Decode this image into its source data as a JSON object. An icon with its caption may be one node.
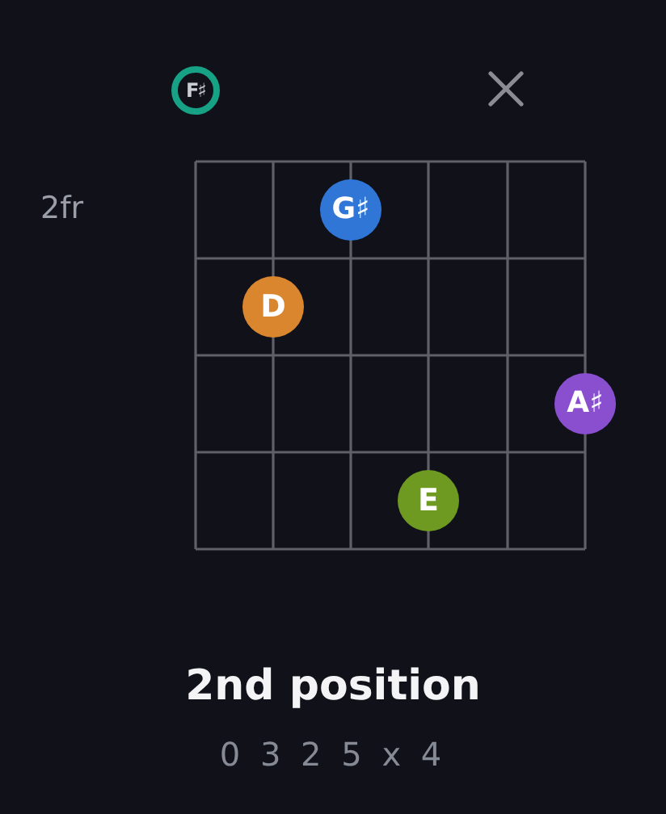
{
  "diagram": {
    "title": "2nd position",
    "nodes": [
      {
        "text": [
          "F♯"
        ]
      },
      {
        "text": [
          "G♯"
        ]
      },
      {
        "text": [
          "D"
        ]
      },
      {
        "text": [
          "A♯"
        ]
      },
      {
        "text": [
          "E"
        ]
      }
    ],
    "labels": [
      "2fr",
      "0 3 2 5 x 4"
    ]
  }
}
